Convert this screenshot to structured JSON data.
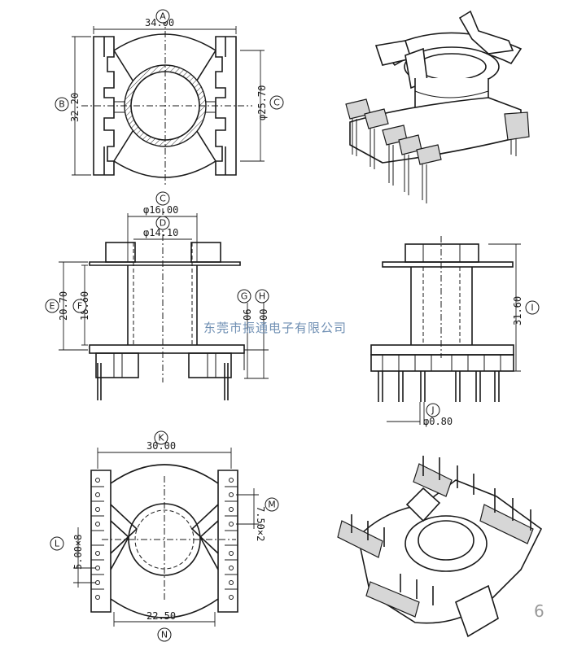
{
  "dimensions": {
    "top_width": "34.00",
    "top_height": "32.20",
    "top_diameter": "φ25.70",
    "mid_outer_dia": "φ16.00",
    "mid_inner_dia": "φ14.10",
    "mid_height_total": "20.70",
    "mid_height_inner": "18.60",
    "pin_g": "06",
    "pin_h": "00",
    "side_height": "31.60",
    "pin_dia": "φ0.80",
    "bottom_width": "30.00",
    "bottom_inner_width": "22.50",
    "bottom_pitch_right": "7.50×2",
    "bottom_pitch_left": "5.00×8"
  },
  "callouts": {
    "A": "A",
    "B": "B",
    "C": "C",
    "D": "D",
    "E": "E",
    "F": "F",
    "G": "G",
    "H": "H",
    "I": "I",
    "J": "J",
    "K": "K",
    "L": "L",
    "M": "M",
    "N": "N"
  },
  "watermark": "东莞市振通电子有限公司",
  "page_number": "6"
}
